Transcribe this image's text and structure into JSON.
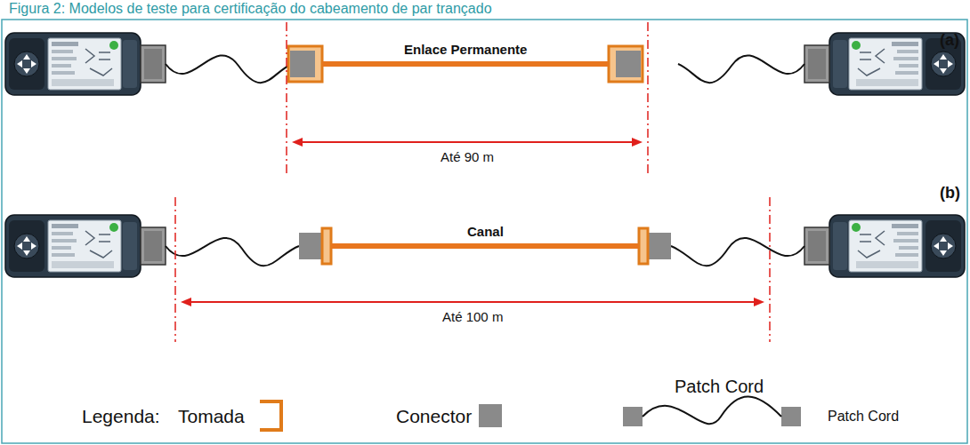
{
  "diagram": {
    "title": "Figura 2: Modelos de teste para certificação do cabeamento de par trançado",
    "labels": [
      "(a)",
      "Enlace Permanente",
      "Até 90 m",
      "(b)",
      "Canal",
      "Até 100 m",
      "Legenda:",
      "Patch Cord"
    ],
    "legend": [
      {
        "text": "Tomada"
      },
      {
        "text": "Conector",
        "color": "#8a8a8a"
      },
      {
        "text": "Patch Cord"
      }
    ]
  }
}
